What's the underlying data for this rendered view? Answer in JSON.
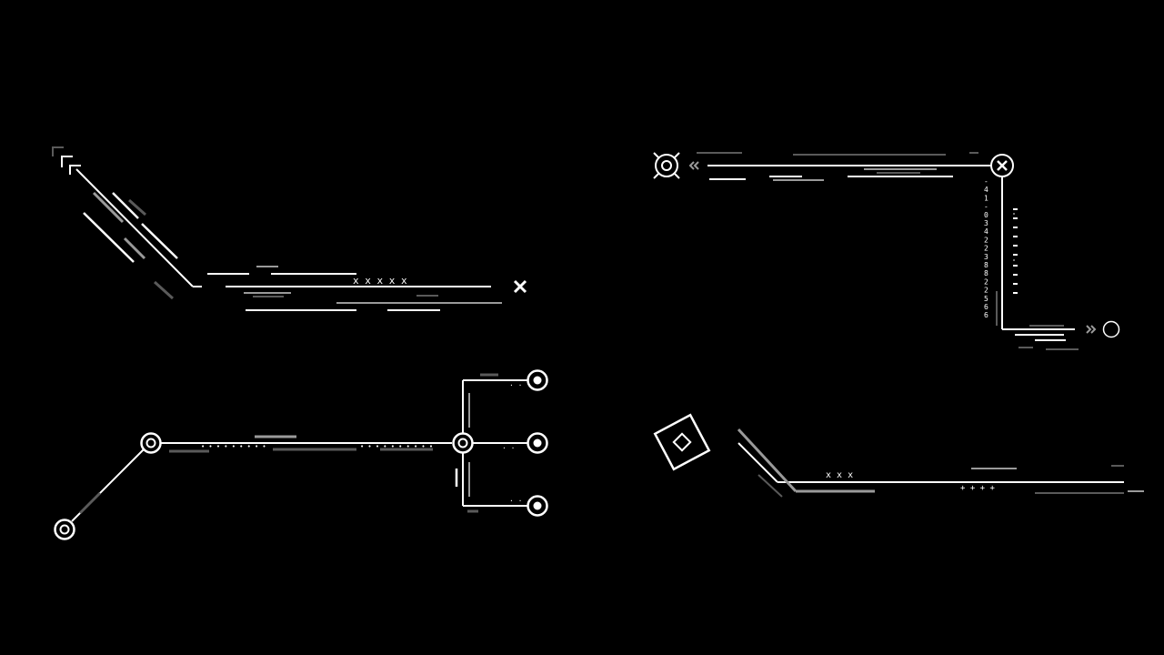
{
  "colors": {
    "background": "#000000",
    "primary": "#ffffff",
    "secondary": "#9a9a9a",
    "tertiary": "#5a5a5a"
  },
  "widgets": {
    "top_left": {
      "marks": "x x x x x",
      "icons": [
        "chevron-marker-icon",
        "plus-marker-icon"
      ]
    },
    "top_right": {
      "scale_digits": [
        "-",
        "4",
        "1",
        "-",
        "0",
        "3",
        "4",
        "2",
        "2",
        "3",
        "8",
        "8",
        "2",
        "2",
        "5",
        "6",
        "6"
      ],
      "icons": [
        "crosshair-target-icon",
        "double-chevron-left-icon",
        "circle-x-icon",
        "double-chevron-right-icon",
        "circle-icon"
      ]
    },
    "bottom_left": {
      "dots_a": "• • • • • • • • •",
      "dots_b": "• • • • • • • • • •",
      "small_dots": "· ·",
      "icons": [
        "node-ring-icon",
        "node-dot-icon"
      ]
    },
    "bottom_right": {
      "marks": "x x x",
      "plus_marks": "+ + + +",
      "icons": [
        "diamond-square-icon"
      ]
    }
  }
}
